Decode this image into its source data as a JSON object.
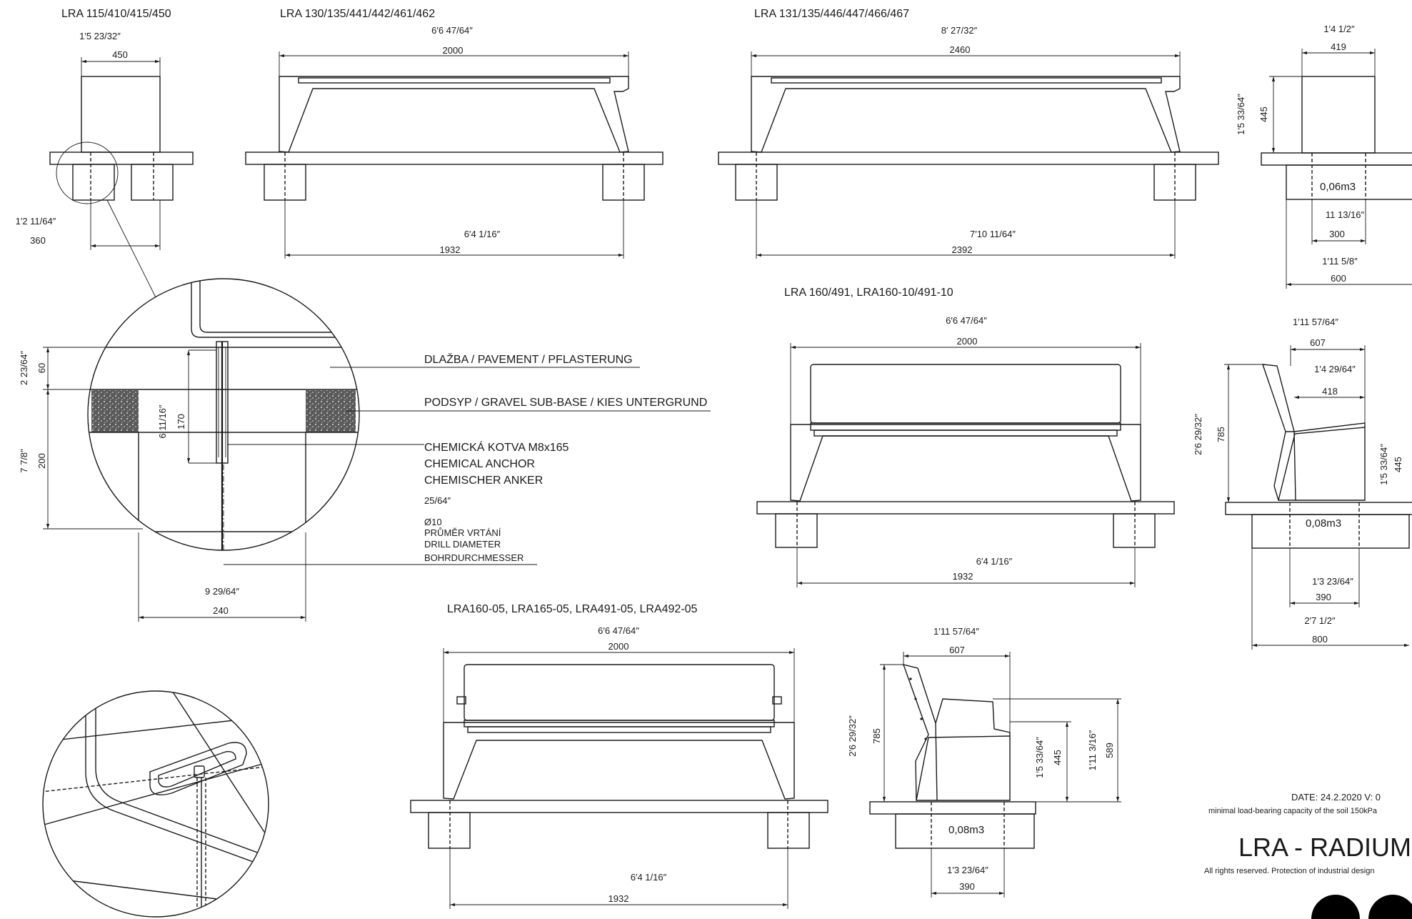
{
  "views": {
    "lra115": {
      "title": "LRA 115/410/415/450",
      "width_in": "1′5 23/32″",
      "width_mm": "450",
      "anchor_in": "1′2 11/64″",
      "anchor_mm": "360"
    },
    "lra130": {
      "title": "LRA 130/135/441/442/461/462",
      "width_in": "6′6 47/64″",
      "width_mm": "2000",
      "anchor_in": "6′4 1/16″",
      "anchor_mm": "1932"
    },
    "lra131": {
      "title": "LRA 131/135/446/447/466/467",
      "width_in": "8′ 27/32″",
      "width_mm": "2460",
      "anchor_in": "7′10 11/64″",
      "anchor_mm": "2392"
    },
    "side_top": {
      "width_in": "1′4 1/2″",
      "width_mm": "419",
      "height_in": "1′5 33/64″",
      "height_mm": "445",
      "volume": "0,06m3",
      "anchor_in": "11 13/16″",
      "anchor_mm": "300",
      "base_in": "1′11 5/8″",
      "base_mm": "600"
    },
    "lra160": {
      "title": "LRA 160/491, LRA160-10/491-10",
      "width_in": "6′6 47/64″",
      "width_mm": "2000",
      "anchor_in": "6′4 1/16″",
      "anchor_mm": "1932"
    },
    "side_mid": {
      "depth_in": "1′11 57/64″",
      "depth_mm": "607",
      "seat_in": "1′4 29/64″",
      "seat_mm": "418",
      "height_in": "2′6 29/32″",
      "height_mm": "785",
      "seat_h_in": "1′5 33/64″",
      "seat_h_mm": "445",
      "volume": "0,08m3",
      "anchor_in": "1′3 23/64″",
      "anchor_mm": "390",
      "base_in": "2′7 1/2″",
      "base_mm": "800"
    },
    "lra16005": {
      "title": "LRA160-05, LRA165-05, LRA491-05, LRA492-05",
      "width_in": "6′6 47/64″",
      "width_mm": "2000",
      "anchor_in": "6′4 1/16″",
      "anchor_mm": "1932"
    },
    "side_bot": {
      "depth_in": "1′11 57/64″",
      "depth_mm": "607",
      "height_in": "2′6 29/32″",
      "height_mm": "785",
      "seat_h_in": "1′5 33/64″",
      "seat_h_mm": "445",
      "arm_h_in": "1′11 3/16″",
      "arm_h_mm": "589",
      "volume": "0,08m3",
      "anchor_in": "1′3 23/64″",
      "anchor_mm": "390"
    }
  },
  "detail": {
    "pavement": "DLAŽBA / PAVEMENT / PFLASTERUNG",
    "gravel": "PODSYP / GRAVEL SUB-BASE / KIES UNTERGRUND",
    "anchor_cz": "CHEMICKÁ KOTVA  M8x165",
    "anchor_en": "CHEMICAL ANCHOR",
    "anchor_de": "CHEMISCHER ANKER",
    "drill_in": "25/64″",
    "drill_dia": "Ø10",
    "drill_cz": "PRŮMĚR VRTÁNÍ",
    "drill_en": "DRILL DIAMETER",
    "drill_de": "BOHRDURCHMESSER",
    "pave_in": "2 23/64″",
    "pave_mm": "60",
    "anchor_in": "6 11/16″",
    "anchor_mm": "170",
    "depth_in": "7 7/8″",
    "depth_mm": "200",
    "hole_in": "9 29/64″",
    "hole_mm": "240"
  },
  "footer": {
    "date": "DATE: 24.2.2020     V: 0",
    "soil": "minimal load-bearing capacity of the soil 150kPa",
    "product": "LRA - RADIUM",
    "rights": "All rights reserved. Protection of industrial design"
  }
}
